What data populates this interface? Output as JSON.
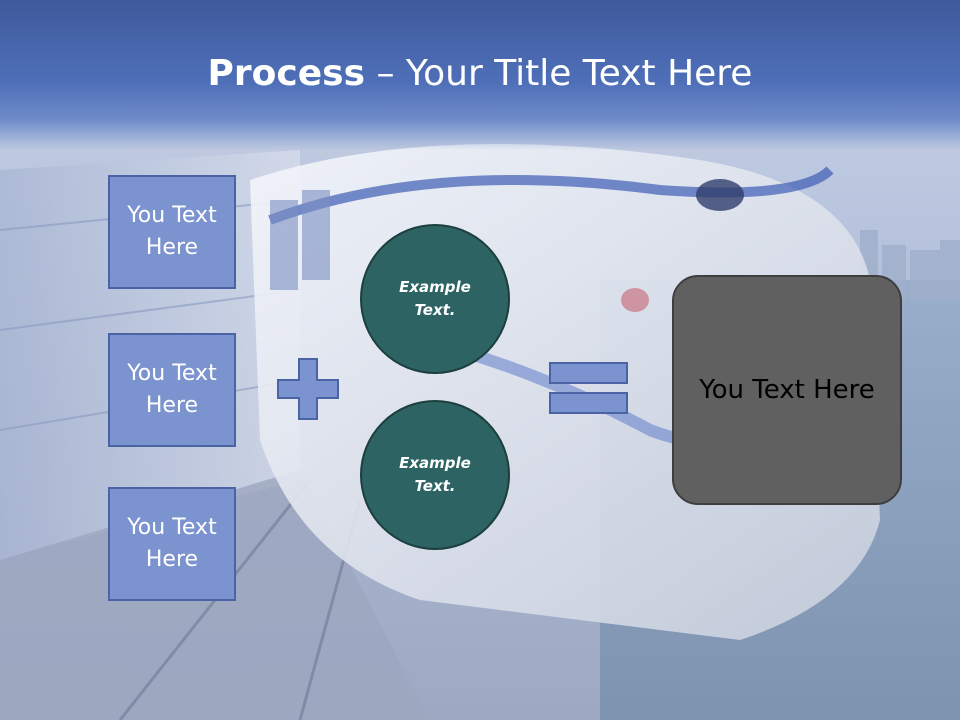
{
  "title": {
    "bold": "Process",
    "dash": " – ",
    "rest": "Your Title Text Here"
  },
  "boxes": [
    {
      "line1": "You Text",
      "line2": "Here"
    },
    {
      "line1": "You Text",
      "line2": "Here"
    },
    {
      "line1": "You Text",
      "line2": "Here"
    }
  ],
  "circles": [
    {
      "line1": "Example",
      "line2": "Text."
    },
    {
      "line1": "Example",
      "line2": "Text."
    }
  ],
  "result": "You Text Here",
  "operators": {
    "plus": "plus-icon",
    "equals": "equals-icon"
  },
  "colors": {
    "header": "#4e6fb8",
    "box": "#7b93cf",
    "circle": "#2e6363",
    "result": "#606060"
  }
}
